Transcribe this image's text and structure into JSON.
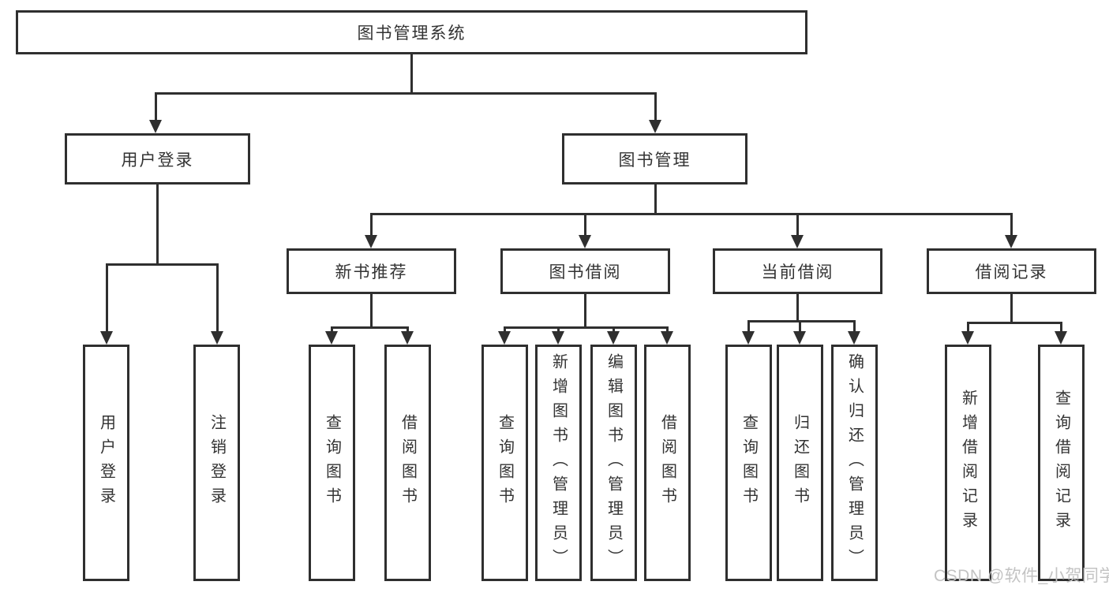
{
  "diagram": {
    "root": {
      "label": "图书管理系统"
    },
    "branches": [
      {
        "label": "用户登录",
        "children": [
          "用户登录",
          "注销登录"
        ]
      },
      {
        "label": "图书管理",
        "children": [
          {
            "label": "新书推荐",
            "children": [
              "查询图书",
              "借阅图书"
            ]
          },
          {
            "label": "图书借阅",
            "children": [
              "查询图书",
              "新增图书（管理员）",
              "编辑图书（管理员）",
              "借阅图书"
            ]
          },
          {
            "label": "当前借阅",
            "children": [
              "查询图书",
              "归还图书",
              "确认归还（管理员）"
            ]
          },
          {
            "label": "借阅记录",
            "children": [
              "新增借阅记录",
              "查询借阅记录"
            ]
          }
        ]
      }
    ]
  },
  "watermark": {
    "text": "CSDN @软件_小贺同学"
  },
  "colors": {
    "line": "#2f2f2f",
    "text": "#333333",
    "watermark": "#c3c3c3",
    "background": "#ffffff"
  }
}
